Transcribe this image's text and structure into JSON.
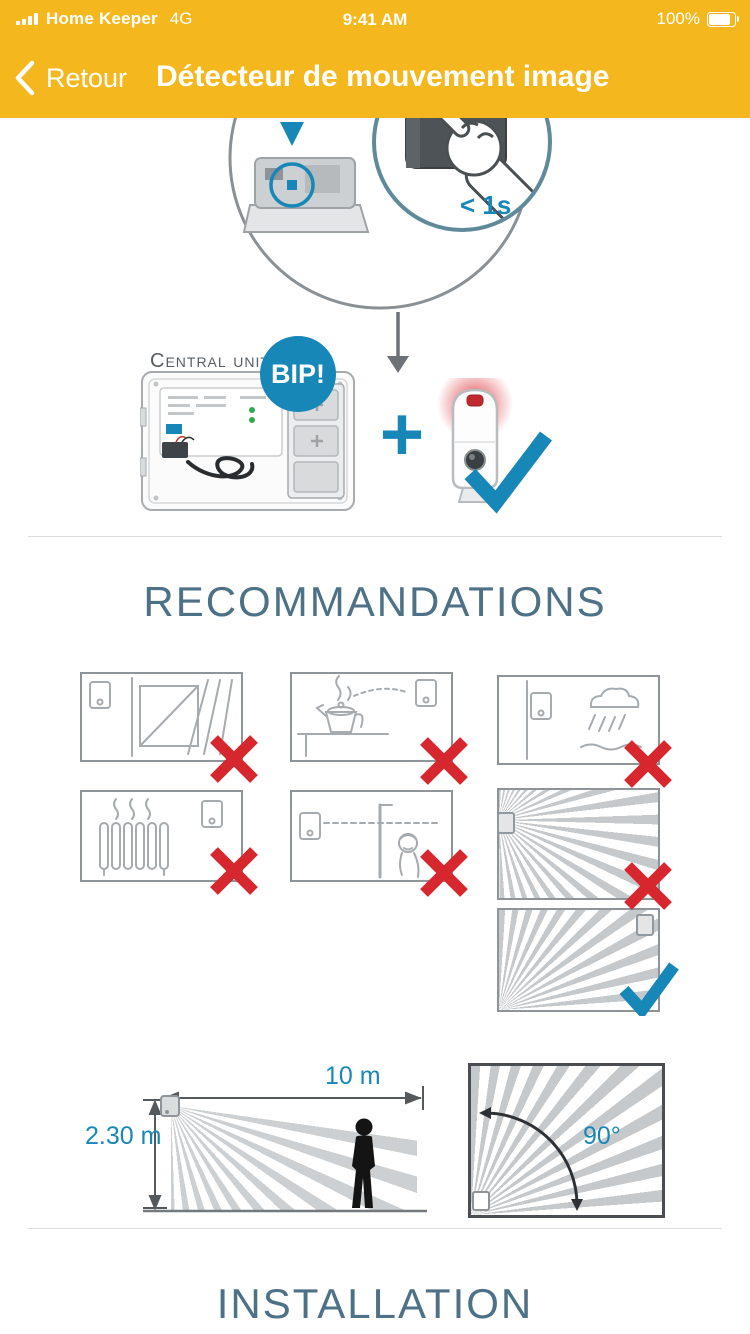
{
  "colors": {
    "header_bg": "#F4B71D",
    "accent_blue": "#1787B8",
    "heading_blue_gray": "#4D7186",
    "error_red": "#D7272E"
  },
  "status_bar": {
    "carrier": "Home Keeper",
    "network": "4G",
    "time": "9:41 AM",
    "battery_percent": "100%"
  },
  "nav_bar": {
    "back_label": "Retour",
    "title": "Détecteur de mouvement image"
  },
  "icons": {
    "back": "chevron-left",
    "signal": "signal-bars-4",
    "battery": "battery-full",
    "press_hand": "hand-press",
    "success": "check-mark",
    "forbidden": "cross-mark"
  },
  "pairing_diagram": {
    "press_duration": "< 1s",
    "beep_label": "BIP!",
    "central_unit_label": "Central unit",
    "plus_sign": "+"
  },
  "recommendations": {
    "title": "RECOMMANDATIONS"
  },
  "coverage": {
    "range_label": "10 m",
    "height_label": "2.30 m",
    "angle_label": "90°"
  },
  "installation": {
    "title": "INSTALLATION"
  }
}
